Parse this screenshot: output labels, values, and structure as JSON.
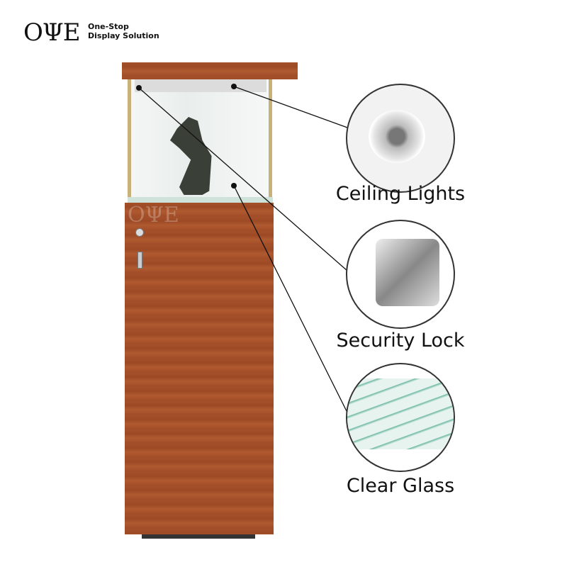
{
  "brand": {
    "mark": "OΨE",
    "tagline_line1": "One-Stop",
    "tagline_line2": "Display Solution"
  },
  "features": [
    {
      "label": "Ceiling Lights",
      "icon": "ceiling-light"
    },
    {
      "label": "Security Lock",
      "icon": "lock"
    },
    {
      "label": "Clear Glass",
      "icon": "glass-panes"
    }
  ],
  "colors": {
    "wood": "#a4502a",
    "frame": "#c8b27a",
    "glass": "#eef3f1"
  }
}
